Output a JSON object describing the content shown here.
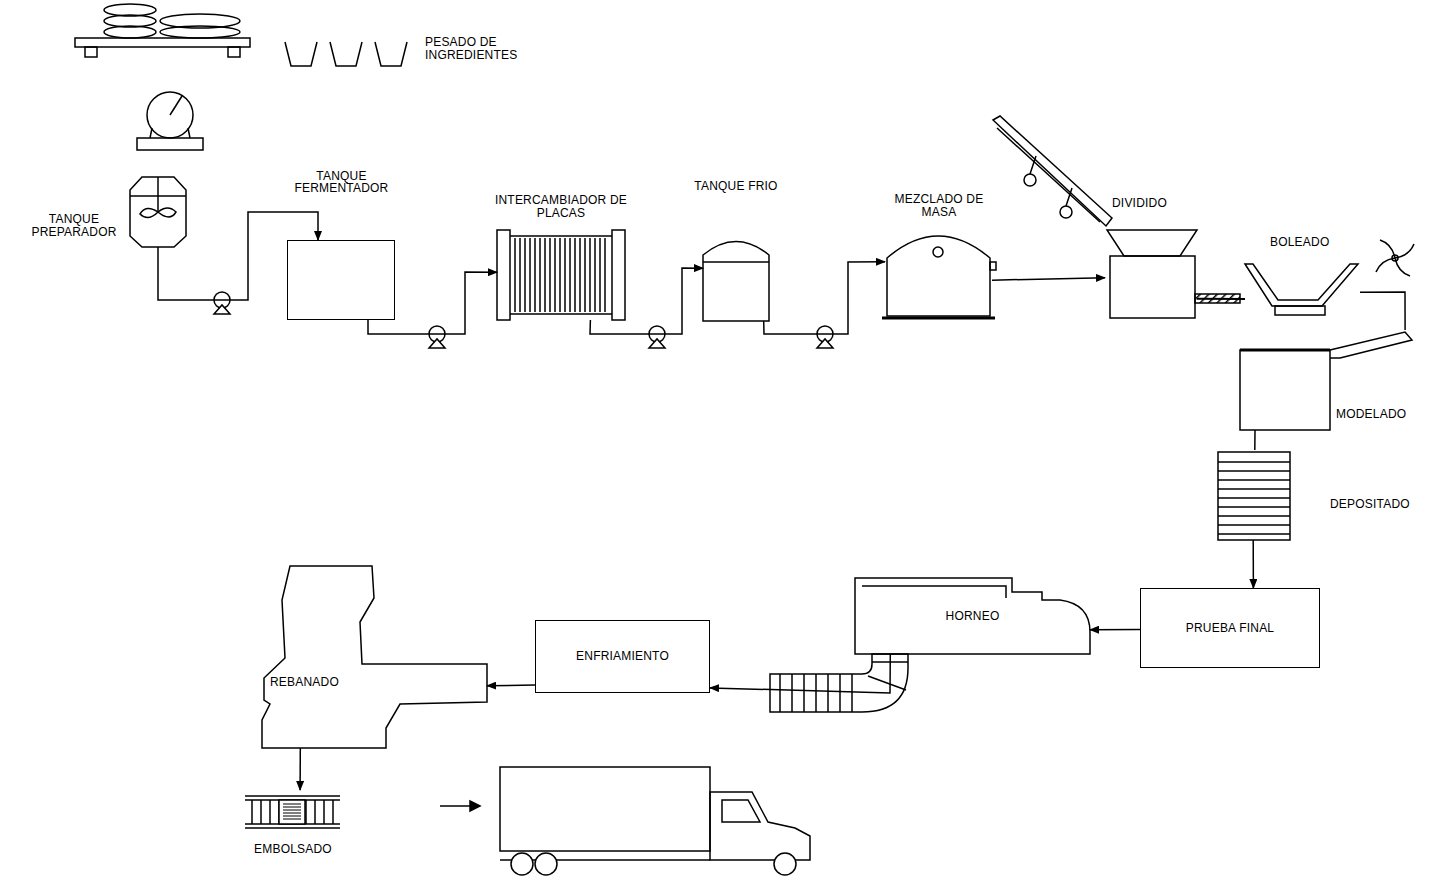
{
  "diagram": {
    "nodes": [
      {
        "text": [
          "PESADO DE INGREDIENTES"
        ]
      },
      {
        "text": [
          "TANQUE PREPARADOR"
        ]
      },
      {
        "text": [
          "TANQUE FERMENTADOR"
        ]
      },
      {
        "text": [
          "INTERCAMBIADOR DE PLACAS"
        ]
      },
      {
        "text": [
          "TANQUE FRIO"
        ]
      },
      {
        "text": [
          "MEZCLADO DE MASA"
        ]
      },
      {
        "text": [
          "DIVIDIDO"
        ]
      },
      {
        "text": [
          "BOLEADO"
        ]
      },
      {
        "text": [
          "MODELADO"
        ]
      },
      {
        "text": [
          "DEPOSITADO"
        ]
      },
      {
        "text": [
          "PRUEBA FINAL"
        ]
      },
      {
        "text": [
          "HORNEO"
        ]
      },
      {
        "text": [
          "ENFRIAMIENTO"
        ]
      },
      {
        "text": [
          "REBANADO"
        ]
      },
      {
        "text": [
          "EMBOLSADO"
        ]
      }
    ],
    "edges": [
      {
        "from": 1,
        "to": 2,
        "arrow": "to"
      },
      {
        "from": 2,
        "to": 3,
        "arrow": "to"
      },
      {
        "from": 3,
        "to": 4,
        "arrow": "to"
      },
      {
        "from": 4,
        "to": 5,
        "arrow": "to"
      },
      {
        "from": 5,
        "to": 6,
        "arrow": "to"
      },
      {
        "from": 6,
        "to": 7,
        "arrow": "none"
      },
      {
        "from": 7,
        "to": 8,
        "arrow": "none"
      },
      {
        "from": 8,
        "to": 9,
        "arrow": "none"
      },
      {
        "from": 9,
        "to": 10,
        "arrow": "to"
      },
      {
        "from": 10,
        "to": 11,
        "arrow": "to"
      },
      {
        "from": 11,
        "to": 12,
        "arrow": "to"
      },
      {
        "from": 12,
        "to": 13,
        "arrow": "to"
      },
      {
        "from": 13,
        "to": 14,
        "arrow": "to"
      }
    ]
  }
}
